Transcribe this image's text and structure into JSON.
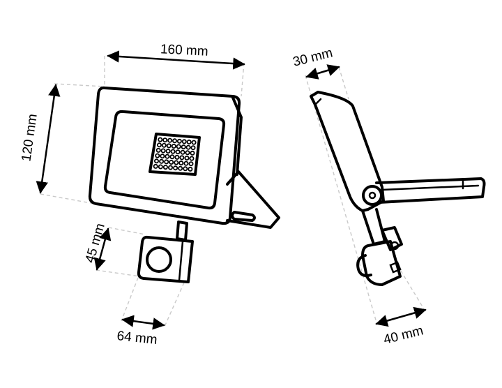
{
  "dimensions": {
    "width": "160 mm",
    "height": "120 mm",
    "sensor_height": "45 mm",
    "sensor_width": "64 mm",
    "depth": "30 mm",
    "total_depth": "40 mm"
  },
  "led_grid": {
    "rows": 6,
    "cols": 8
  },
  "colors": {
    "line": "#000000",
    "guide": "#c9c9c9",
    "background": "#ffffff"
  }
}
